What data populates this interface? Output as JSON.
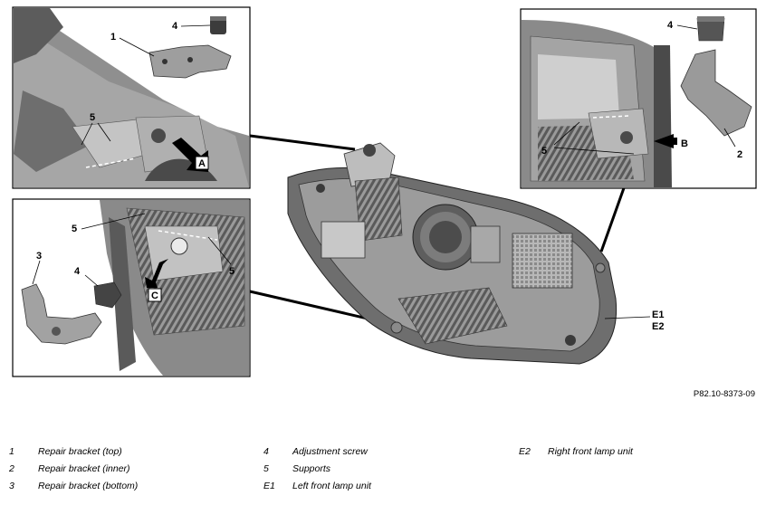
{
  "figure": {
    "id": "P82.10-8373-09"
  },
  "callouts": {
    "top_left": {
      "c1": "1",
      "c4": "4",
      "c5": "5",
      "letter": "A"
    },
    "top_right": {
      "c4": "4",
      "c5": "5",
      "c2": "2",
      "letter": "B"
    },
    "bottom_left": {
      "c5a": "5",
      "c3": "3",
      "c4": "4",
      "c5b": "5",
      "letter": "C"
    },
    "main": {
      "e1": "E1",
      "e2": "E2"
    }
  },
  "legend": {
    "col1": [
      {
        "key": "1",
        "text": "Repair bracket (top)"
      },
      {
        "key": "2",
        "text": "Repair bracket (inner)"
      },
      {
        "key": "3",
        "text": "Repair bracket (bottom)"
      }
    ],
    "col2": [
      {
        "key": "4",
        "text": "Adjustment screw"
      },
      {
        "key": "5",
        "text": "Supports"
      },
      {
        "key": "E1",
        "text": "Left front lamp unit"
      }
    ],
    "col3": [
      {
        "key": "E2",
        "text": "Right front lamp unit"
      }
    ]
  }
}
